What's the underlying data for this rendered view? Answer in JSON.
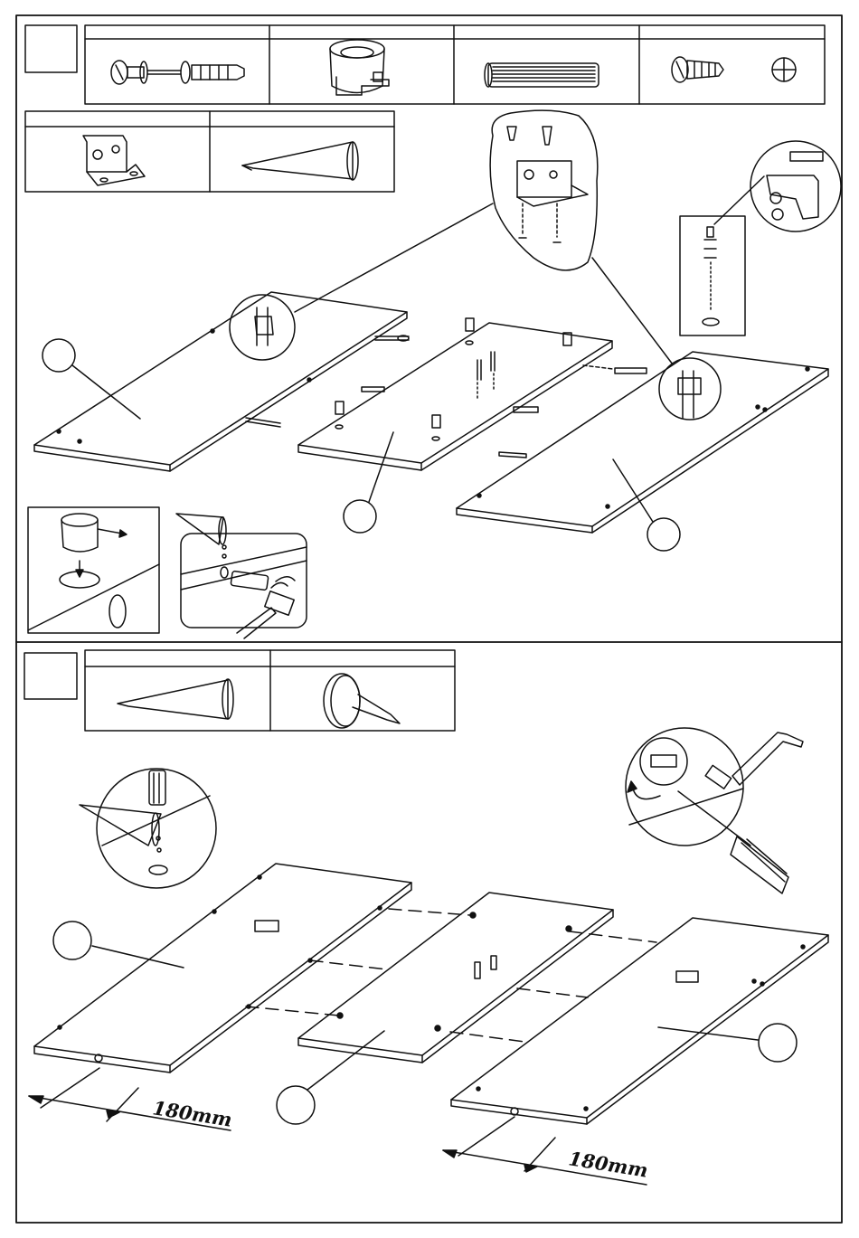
{
  "diagram": {
    "step1": {
      "parts_row_top": [
        "cam-bolt",
        "cam-lock",
        "wooden-dowel",
        "screw"
      ],
      "parts_row_second": [
        "l-bracket",
        "glue-bottle"
      ],
      "detail_insets": [
        "cam-lock-install",
        "glue-and-dowel-install",
        "bracket-detail",
        "drill-detail"
      ]
    },
    "step2": {
      "parts_row": [
        "glue-bottle",
        "nail"
      ],
      "dimension_left": "180mm",
      "dimension_right": "180mm"
    },
    "colors": {
      "line": "#111111",
      "background": "#ffffff"
    }
  }
}
